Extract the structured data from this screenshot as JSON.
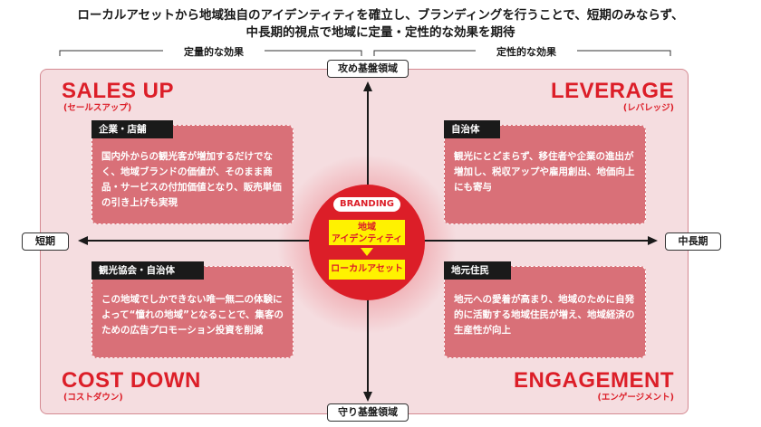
{
  "header": {
    "line1": "ローカルアセットから地域独自のアイデンティティを確立し、ブランディングを行うことで、短期のみならず、",
    "line2": "中長期的視点で地域に定量・定性的な効果を期待"
  },
  "brackets": {
    "left": "定量的な効果",
    "right": "定性的な効果"
  },
  "axes": {
    "top": "攻め基盤領域",
    "bottom": "守り基盤領域",
    "left": "短期",
    "right": "中長期"
  },
  "quadrants": {
    "top_left": {
      "title": "SALES UP",
      "subtitle": "(セールスアップ)",
      "tag": "企業・店舗",
      "body": "国内外からの観光客が増加するだけでなく、地域ブランドの価値が、そのまま商品・サービスの付加価値となり、販売単価の引き上げも実現"
    },
    "top_right": {
      "title": "LEVERAGE",
      "subtitle": "(レバレッジ)",
      "tag": "自治体",
      "body": "観光にとどまらず、移住者や企業の進出が増加し、税収アップや雇用創出、地価向上にも寄与"
    },
    "bottom_left": {
      "title": "COST DOWN",
      "subtitle": "(コストダウン)",
      "tag": "観光協会・自治体",
      "body": "この地域でしかできない唯一無二の体験によって“憧れの地域”となることで、集客のための広告プロモーション投資を削減"
    },
    "bottom_right": {
      "title": "ENGAGEMENT",
      "subtitle": "(エンゲージメント)",
      "tag": "地元住民",
      "body": "地元への愛着が高まり、地域のために自発的に活動する地域住民が増え、地域経済の生産性が向上"
    }
  },
  "center": {
    "badge": "BRANDING",
    "identity_line1": "地域",
    "identity_line2": "アイデンティティ",
    "asset": "ローカルアセット"
  },
  "colors": {
    "accent_red": "#dc1e28",
    "panel_pink": "#f5dde0",
    "card_rose": "#d97078",
    "highlight_yellow": "#fff200"
  }
}
